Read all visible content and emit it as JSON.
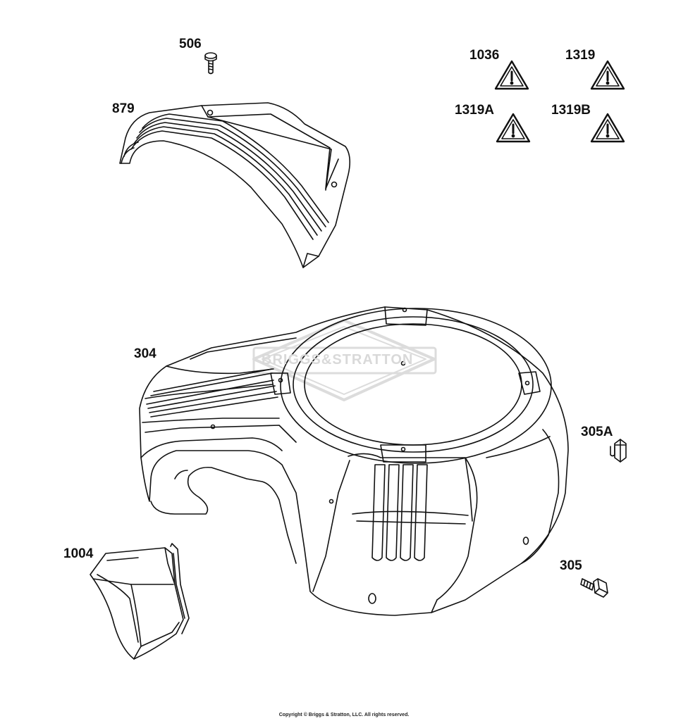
{
  "callouts": {
    "p506": "506",
    "p879": "879",
    "p1036": "1036",
    "p1319": "1319",
    "p1319A": "1319A",
    "p1319B": "1319B",
    "p304": "304",
    "p305A": "305A",
    "p1004": "1004",
    "p305": "305"
  },
  "watermark": "BRIGGS&STRATTON",
  "copyright": "Copyright © Briggs & Stratton, LLC. All rights reserved.",
  "icons": [
    "warning-triangle-icon",
    "bolt-icon",
    "screw-icon"
  ],
  "colors": {
    "line": "#111111",
    "watermark": "#d9d9d9",
    "background": "#ffffff"
  }
}
